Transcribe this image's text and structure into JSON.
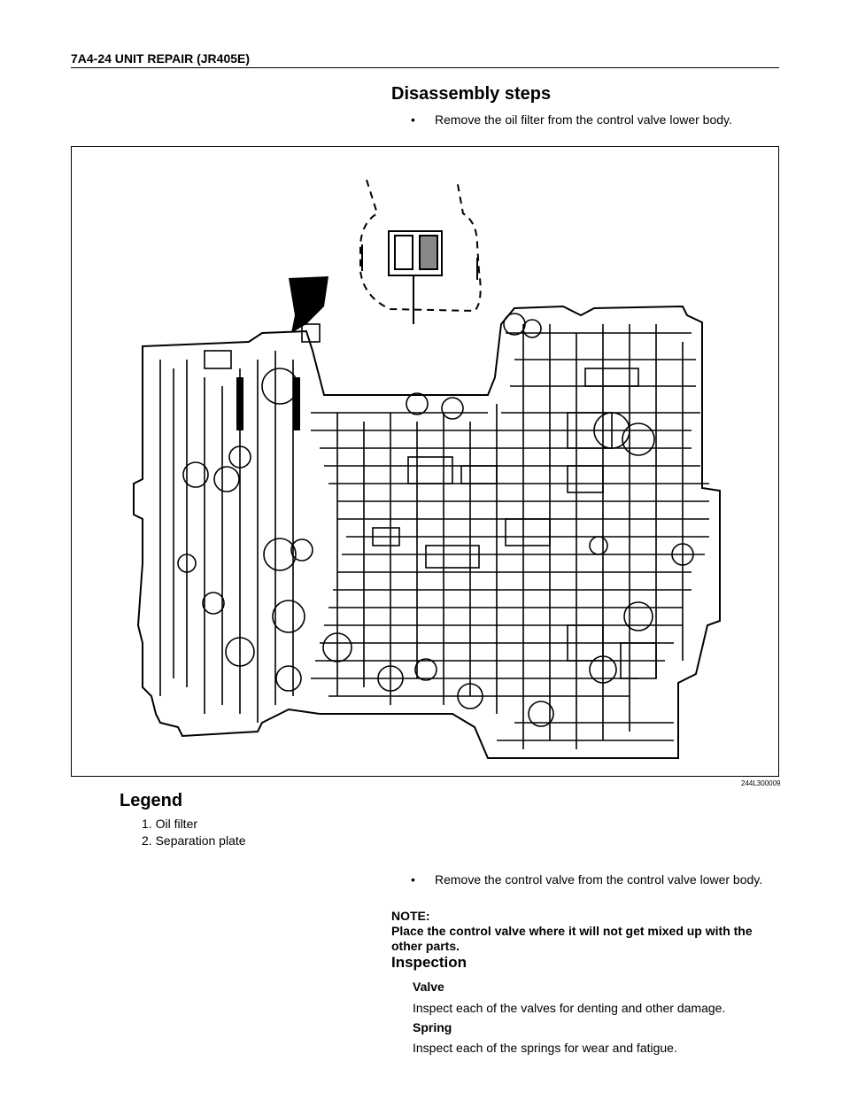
{
  "header": {
    "title": "7A4-24  UNIT REPAIR (JR405E)"
  },
  "disassembly": {
    "title": "Disassembly steps",
    "bullet_glyph": "•",
    "step1": "Remove the oil filter from the control valve lower body."
  },
  "figure": {
    "code": "244L300009"
  },
  "legend": {
    "title": "Legend",
    "items": [
      "1. Oil filter",
      "2. Separation plate"
    ]
  },
  "step2": "Remove the control valve from the control valve lower body.",
  "note": {
    "label": "NOTE:",
    "text": "Place the control valve where it will not get mixed up with the other parts."
  },
  "inspection": {
    "title": "Inspection",
    "valve_title": "Valve",
    "valve_text": "Inspect each of the valves for denting and other damage.",
    "spring_title": "Spring",
    "spring_text": "Inspect each of the springs for wear and fatigue."
  }
}
